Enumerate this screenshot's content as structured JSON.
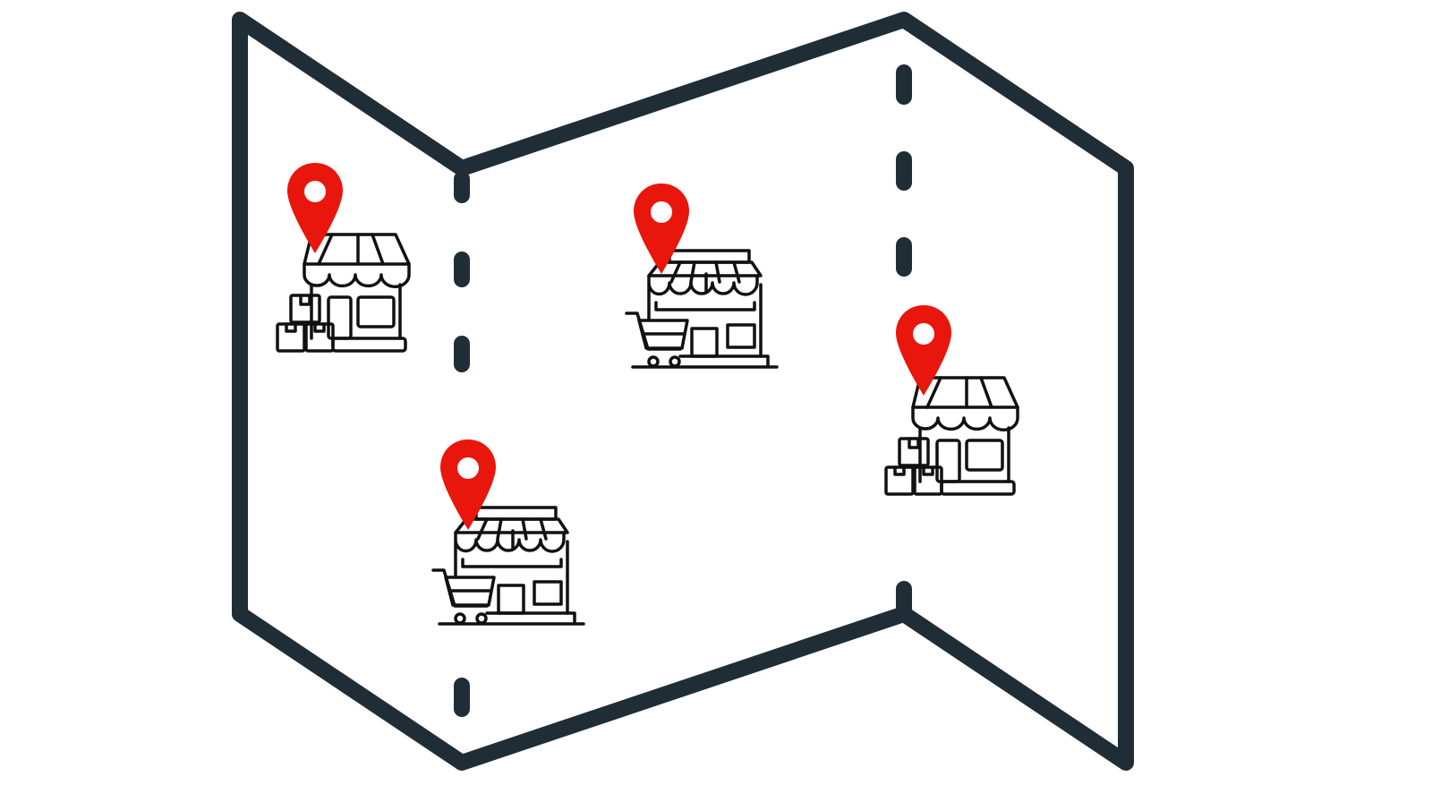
{
  "colors": {
    "map_outline": "#1f2d36",
    "pin": "#e8160c",
    "store_line": "#111111",
    "background": "#ffffff"
  },
  "icons": {
    "map": "folded-map-icon",
    "pin": "location-pin-icon",
    "store_with_boxes": "store-with-boxes-icon",
    "store_with_cart": "store-with-cart-icon"
  },
  "locations": [
    {
      "store_type": "store_with_boxes"
    },
    {
      "store_type": "store_with_cart"
    },
    {
      "store_type": "store_with_boxes"
    },
    {
      "store_type": "store_with_cart"
    }
  ]
}
